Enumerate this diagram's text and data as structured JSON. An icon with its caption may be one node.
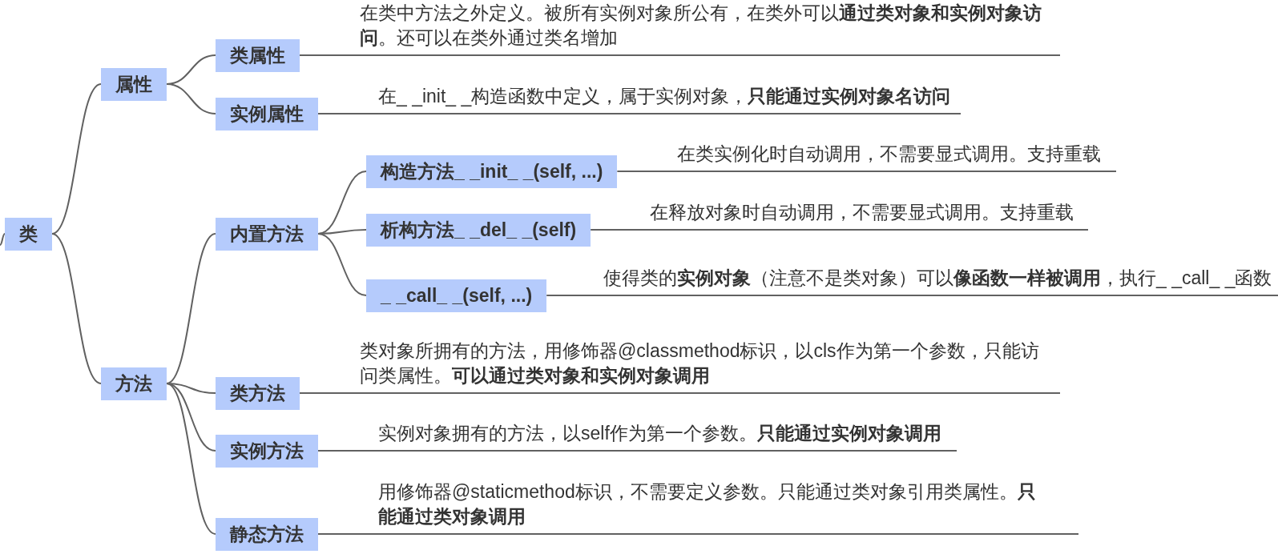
{
  "diagram": {
    "nodes": [
      {
        "text": [
          "类"
        ]
      },
      {
        "text": [
          "属性"
        ]
      },
      {
        "text": [
          "类属性"
        ]
      },
      {
        "text": [
          "在类中方法之外定义。被所有实例对象所公有，在类外可以**通过类对象和实例对象访问**。还可以在类外通过类名增加"
        ]
      },
      {
        "text": [
          "实例属性"
        ]
      },
      {
        "text": [
          "在_ _init_ _构造函数中定义，属于实例对象，**只能通过实例对象名访问**"
        ]
      },
      {
        "text": [
          "方法"
        ]
      },
      {
        "text": [
          "内置方法"
        ]
      },
      {
        "text": [
          "构造方法_ _init_ _(self, ...)"
        ]
      },
      {
        "text": [
          "在类实例化时自动调用，不需要显式调用。支持重载"
        ]
      },
      {
        "text": [
          "析构方法_ _del_ _(self)"
        ]
      },
      {
        "text": [
          "在释放对象时自动调用，不需要显式调用。支持重载"
        ]
      },
      {
        "text": [
          "_ _call_ _(self, ...)"
        ]
      },
      {
        "text": [
          "使得类的**实例对象**（注意不是类对象）可以**像函数一样被调用**，执行_ _call_ _函数"
        ]
      },
      {
        "text": [
          "类方法"
        ]
      },
      {
        "text": [
          "类对象所拥有的方法，用修饰器@classmethod标识，以cls作为第一个参数，只能访问类属性。**可以通过类对象和实例对象调用**"
        ]
      },
      {
        "text": [
          "实例方法"
        ]
      },
      {
        "text": [
          "实例对象拥有的方法，以self作为第一个参数。**只能通过实例对象调用**"
        ]
      },
      {
        "text": [
          "静态方法"
        ]
      },
      {
        "text": [
          "用修饰器@staticmethod标识，不需要定义参数。只能通过类对象引用类属性。**只能通过类对象调用**"
        ]
      }
    ],
    "edges": [
      {
        "from": null,
        "to": 0,
        "arrow": "none"
      },
      {
        "from": 0,
        "to": 1,
        "arrow": "none"
      },
      {
        "from": 0,
        "to": 6,
        "arrow": "none"
      },
      {
        "from": 1,
        "to": 2,
        "arrow": "none"
      },
      {
        "from": 2,
        "to": 3,
        "arrow": "none"
      },
      {
        "from": 1,
        "to": 4,
        "arrow": "none"
      },
      {
        "from": 4,
        "to": 5,
        "arrow": "none"
      },
      {
        "from": 6,
        "to": 7,
        "arrow": "none"
      },
      {
        "from": 7,
        "to": 8,
        "arrow": "none"
      },
      {
        "from": 8,
        "to": 9,
        "arrow": "none"
      },
      {
        "from": 7,
        "to": 10,
        "arrow": "none"
      },
      {
        "from": 10,
        "to": 11,
        "arrow": "none"
      },
      {
        "from": 7,
        "to": 12,
        "arrow": "none"
      },
      {
        "from": 12,
        "to": 13,
        "arrow": "none"
      },
      {
        "from": 6,
        "to": 14,
        "arrow": "none"
      },
      {
        "from": 14,
        "to": 15,
        "arrow": "none"
      },
      {
        "from": 6,
        "to": 16,
        "arrow": "none"
      },
      {
        "from": 16,
        "to": 17,
        "arrow": "none"
      },
      {
        "from": 6,
        "to": 18,
        "arrow": "none"
      },
      {
        "from": 18,
        "to": 19,
        "arrow": "none"
      }
    ]
  }
}
